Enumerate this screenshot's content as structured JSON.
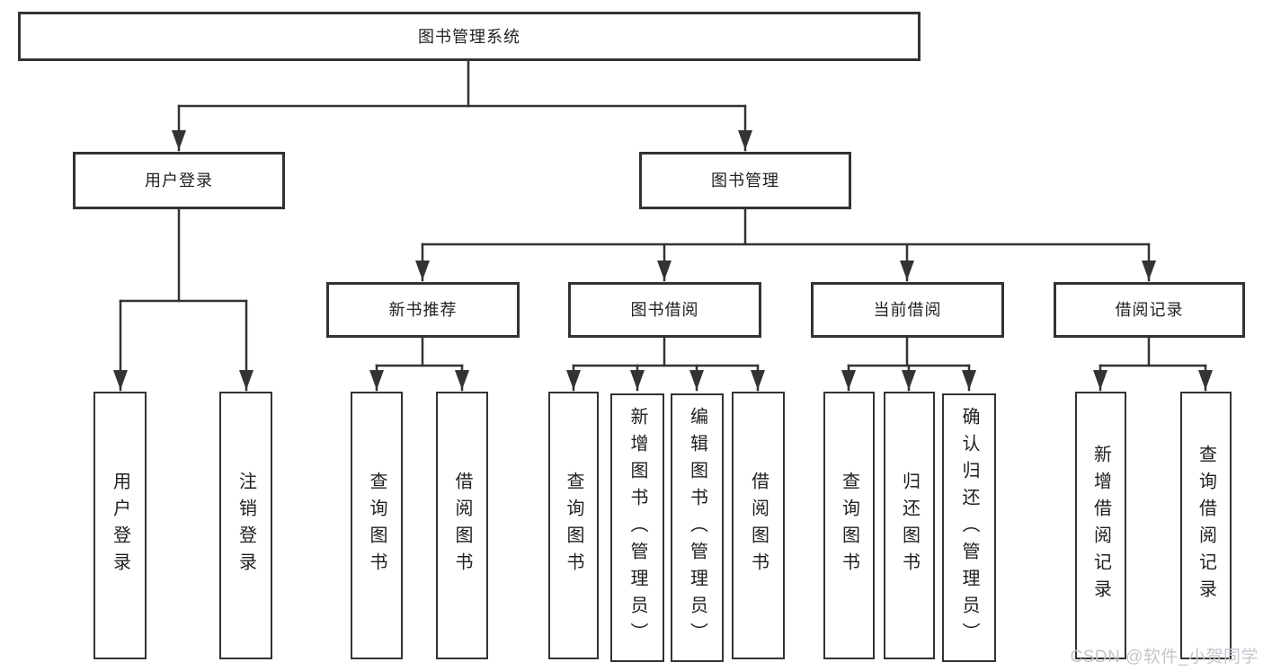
{
  "diagram": {
    "title": "图书管理系统",
    "colors": {
      "line": "#333333",
      "text": "#1f1f1f",
      "background": "#ffffff",
      "watermark": "#c3c6cc"
    },
    "nodes": {
      "root": {
        "label": "图书管理系统"
      },
      "user_login": {
        "label": "用户登录"
      },
      "book_mgmt": {
        "label": "图书管理"
      },
      "new_books": {
        "label": "新书推荐"
      },
      "book_borrow": {
        "label": "图书借阅"
      },
      "current_borrow": {
        "label": "当前借阅"
      },
      "borrow_records": {
        "label": "借阅记录"
      },
      "user_login_leaf": {
        "label": "用户登录"
      },
      "logout_leaf": {
        "label": "注销登录"
      },
      "nb_query_books": {
        "label": "查询图书"
      },
      "nb_borrow_books": {
        "label": "借阅图书"
      },
      "bb_query_books": {
        "label": "查询图书"
      },
      "bb_add_books": {
        "label": "新增图书（管理员）"
      },
      "bb_edit_books": {
        "label": "编辑图书（管理员）"
      },
      "bb_borrow_books": {
        "label": "借阅图书"
      },
      "cb_query_books": {
        "label": "查询图书"
      },
      "cb_return_books": {
        "label": "归还图书"
      },
      "cb_confirm_return": {
        "label": "确认归还（管理员）"
      },
      "br_add_record": {
        "label": "新增借阅记录"
      },
      "br_query_record": {
        "label": "查询借阅记录"
      }
    },
    "watermark": {
      "text": "CSDN @软件_小贺同学"
    }
  }
}
